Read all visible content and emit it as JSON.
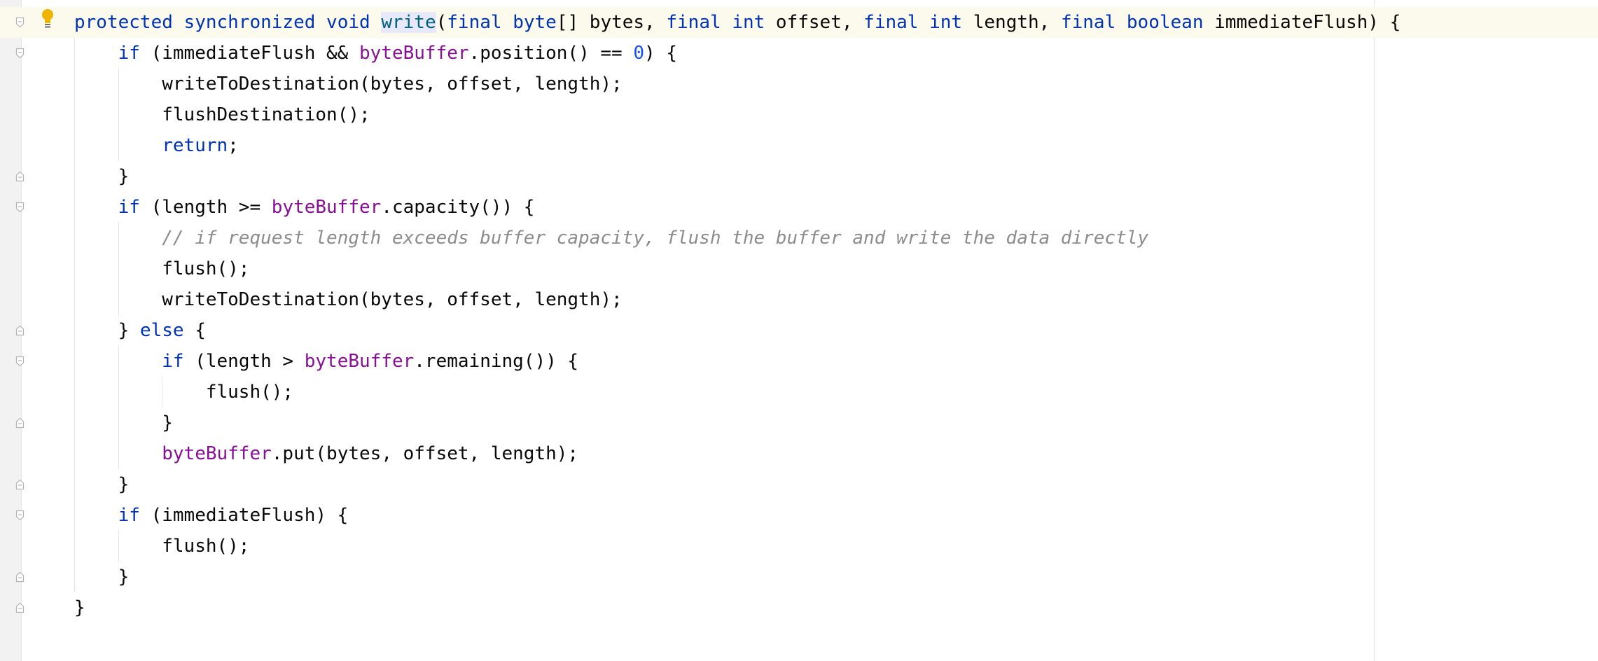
{
  "editor": {
    "intention_icon": "lightbulb-icon",
    "fold_start_icon": "fold-start-icon",
    "fold_end_icon": "fold-end-icon",
    "colors": {
      "keyword": "#0033b3",
      "field": "#871094",
      "number": "#1750eb",
      "comment": "#8c8c8c",
      "method_declaration": "#00627a",
      "text": "#080808",
      "current_line": "#fcfaed",
      "bulb": "#f0b400"
    },
    "lines": [
      {
        "indent": 0,
        "current": true,
        "fold": "start",
        "bulb": true,
        "tokens": [
          {
            "t": "protected",
            "c": "kw"
          },
          {
            "t": " "
          },
          {
            "t": "synchronized",
            "c": "kw"
          },
          {
            "t": " "
          },
          {
            "t": "void",
            "c": "kw"
          },
          {
            "t": " "
          },
          {
            "t": "write",
            "c": "mdecl"
          },
          {
            "t": "("
          },
          {
            "t": "final",
            "c": "kw"
          },
          {
            "t": " "
          },
          {
            "t": "byte",
            "c": "kw"
          },
          {
            "t": "[] bytes, "
          },
          {
            "t": "final",
            "c": "kw"
          },
          {
            "t": " "
          },
          {
            "t": "int",
            "c": "kw"
          },
          {
            "t": " offset, "
          },
          {
            "t": "final",
            "c": "kw"
          },
          {
            "t": " "
          },
          {
            "t": "int",
            "c": "kw"
          },
          {
            "t": " length, "
          },
          {
            "t": "final",
            "c": "kw"
          },
          {
            "t": " "
          },
          {
            "t": "boolean",
            "c": "kw"
          },
          {
            "t": " immediateFlush) {"
          }
        ]
      },
      {
        "indent": 1,
        "fold": "start",
        "tokens": [
          {
            "t": "if",
            "c": "kw"
          },
          {
            "t": " (immediateFlush && "
          },
          {
            "t": "byteBuffer",
            "c": "fld"
          },
          {
            "t": ".position() == "
          },
          {
            "t": "0",
            "c": "num"
          },
          {
            "t": ") {"
          }
        ]
      },
      {
        "indent": 2,
        "tokens": [
          {
            "t": "writeToDestination(bytes, offset, length);"
          }
        ]
      },
      {
        "indent": 2,
        "tokens": [
          {
            "t": "flushDestination();"
          }
        ]
      },
      {
        "indent": 2,
        "tokens": [
          {
            "t": "return",
            "c": "kw"
          },
          {
            "t": ";"
          }
        ]
      },
      {
        "indent": 1,
        "fold": "end",
        "tokens": [
          {
            "t": "}"
          }
        ]
      },
      {
        "indent": 1,
        "fold": "start",
        "tokens": [
          {
            "t": "if",
            "c": "kw"
          },
          {
            "t": " (length >= "
          },
          {
            "t": "byteBuffer",
            "c": "fld"
          },
          {
            "t": ".capacity()) {"
          }
        ]
      },
      {
        "indent": 2,
        "tokens": [
          {
            "t": "// if request length exceeds buffer capacity, flush the buffer and write the data directly",
            "c": "cmt"
          }
        ]
      },
      {
        "indent": 2,
        "tokens": [
          {
            "t": "flush();"
          }
        ]
      },
      {
        "indent": 2,
        "tokens": [
          {
            "t": "writeToDestination(bytes, offset, length);"
          }
        ]
      },
      {
        "indent": 1,
        "fold": "end",
        "tokens": [
          {
            "t": "} "
          },
          {
            "t": "else",
            "c": "kw"
          },
          {
            "t": " {"
          }
        ]
      },
      {
        "indent": 2,
        "fold": "start",
        "tokens": [
          {
            "t": "if",
            "c": "kw"
          },
          {
            "t": " (length > "
          },
          {
            "t": "byteBuffer",
            "c": "fld"
          },
          {
            "t": ".remaining()) {"
          }
        ]
      },
      {
        "indent": 3,
        "tokens": [
          {
            "t": "flush();"
          }
        ]
      },
      {
        "indent": 2,
        "fold": "end",
        "tokens": [
          {
            "t": "}"
          }
        ]
      },
      {
        "indent": 2,
        "tokens": [
          {
            "t": "byteBuffer",
            "c": "fld"
          },
          {
            "t": ".put(bytes, offset, length);"
          }
        ]
      },
      {
        "indent": 1,
        "fold": "end",
        "tokens": [
          {
            "t": "}"
          }
        ]
      },
      {
        "indent": 1,
        "fold": "start",
        "tokens": [
          {
            "t": "if",
            "c": "kw"
          },
          {
            "t": " (immediateFlush) {"
          }
        ]
      },
      {
        "indent": 2,
        "tokens": [
          {
            "t": "flush();"
          }
        ]
      },
      {
        "indent": 1,
        "fold": "end",
        "tokens": [
          {
            "t": "}"
          }
        ]
      },
      {
        "indent": 0,
        "fold": "end",
        "tokens": [
          {
            "t": "}"
          }
        ]
      }
    ]
  }
}
